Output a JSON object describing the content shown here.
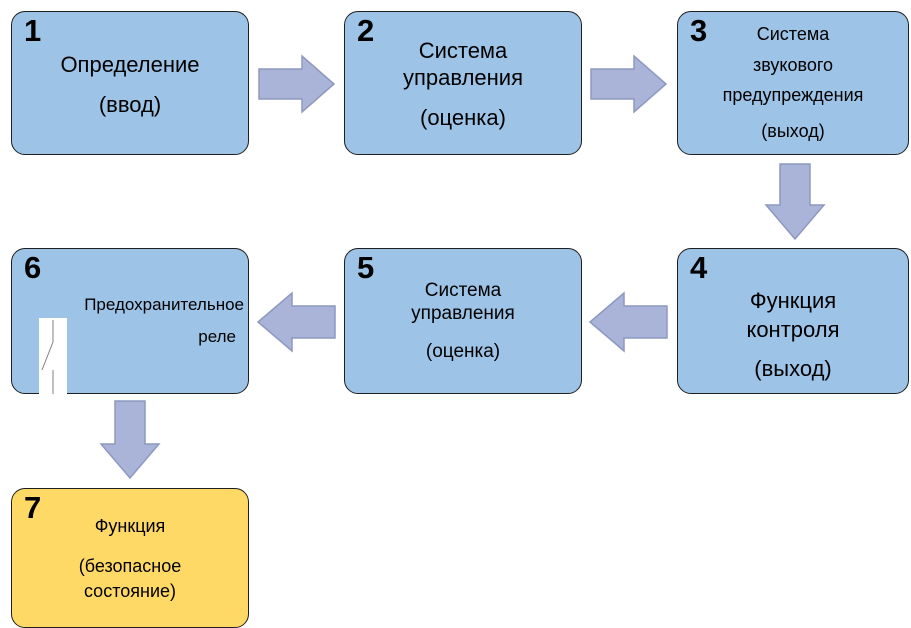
{
  "boxes": [
    {
      "number": "1",
      "lines": [
        "Определение",
        "(ввод)"
      ]
    },
    {
      "number": "2",
      "lines": [
        "Система",
        "управления",
        "(оценка)"
      ]
    },
    {
      "number": "3",
      "lines": [
        "Система",
        "звукового",
        "предупреждения",
        "(выход)"
      ]
    },
    {
      "number": "4",
      "lines": [
        "Функция",
        "контроля",
        "(выход)"
      ]
    },
    {
      "number": "5",
      "lines": [
        "Система",
        "управления",
        "(оценка)"
      ]
    },
    {
      "number": "6",
      "lines": [
        "Предохранительное",
        "реле"
      ]
    },
    {
      "number": "7",
      "lines": [
        "Функция",
        "(безопасное",
        "состояние)"
      ]
    }
  ],
  "colors": {
    "box_fill_blue": "#9dc3e6",
    "box_fill_yellow": "#ffd966",
    "box_border": "#1f1f1f",
    "arrow_fill": "#a9b4d8",
    "arrow_stroke": "#8d98bf"
  },
  "icons": {
    "relay_symbol": "relay-switch-icon"
  }
}
